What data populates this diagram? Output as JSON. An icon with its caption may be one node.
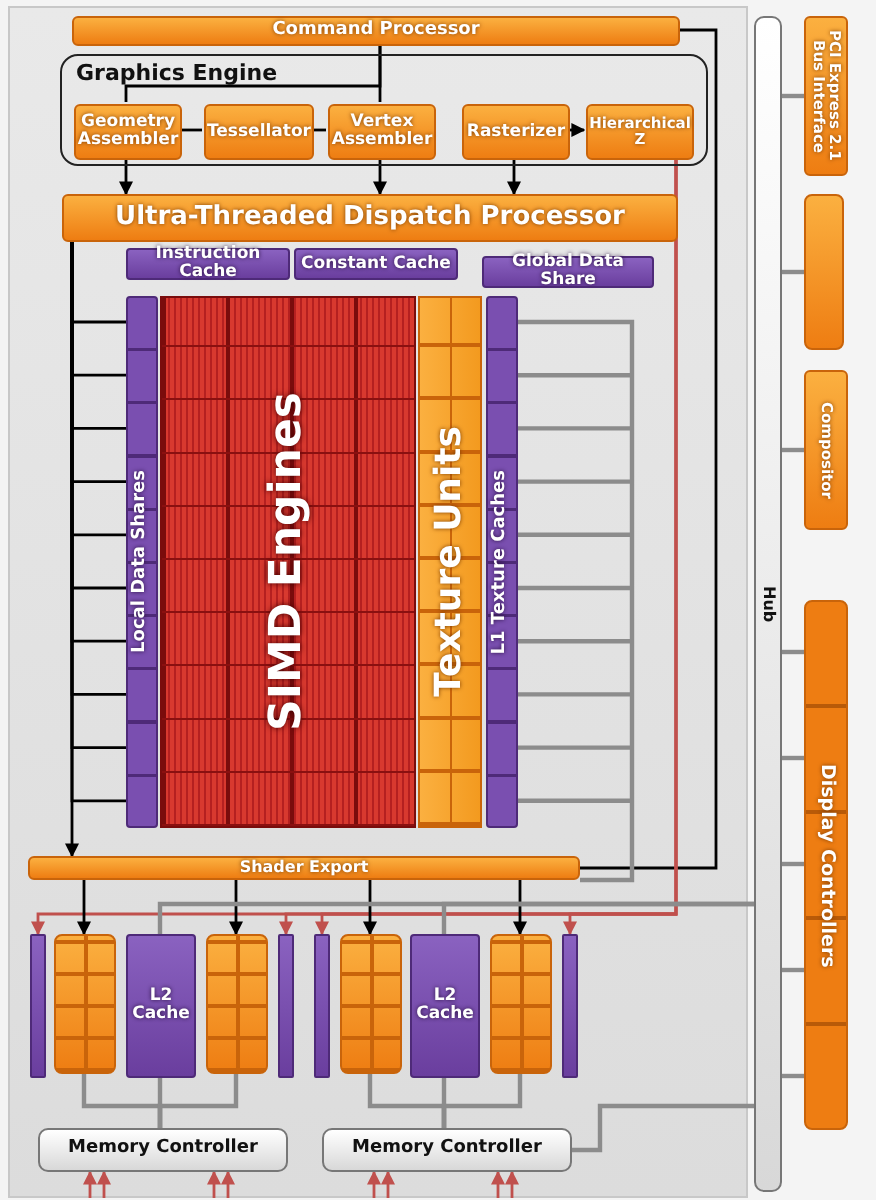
{
  "diagram": {
    "nodes": [
      {
        "text": [
          "Command Processor"
        ]
      },
      {
        "text": [
          "Graphics Engine"
        ]
      },
      {
        "text": [
          "Geometry Assembler"
        ],
        "in": 1
      },
      {
        "text": [
          "Tessellator"
        ],
        "in": 1
      },
      {
        "text": [
          "Vertex Assembler"
        ],
        "in": 1
      },
      {
        "text": [
          "Rasterizer"
        ],
        "in": 1
      },
      {
        "text": [
          "Hierarchical Z"
        ],
        "in": 1
      },
      {
        "text": [
          "Ultra-Threaded Dispatch Processor"
        ]
      },
      {
        "text": [
          "Instruction Cache"
        ]
      },
      {
        "text": [
          "Constant Cache"
        ]
      },
      {
        "text": [
          "Global Data Share"
        ]
      },
      {
        "text": [
          "Local Data Shares"
        ]
      },
      {
        "text": [
          "SIMD Engines"
        ]
      },
      {
        "text": [
          "Texture Units"
        ]
      },
      {
        "text": [
          "L1 Texture Caches"
        ]
      },
      {
        "text": [
          "Shader Export"
        ]
      },
      {
        "text": [],
        "shape": "box"
      },
      {
        "text": [
          "L2 Cache"
        ]
      },
      {
        "text": [],
        "shape": "box"
      },
      {
        "text": [],
        "shape": "box"
      },
      {
        "text": [
          "L2 Cache"
        ]
      },
      {
        "text": [],
        "shape": "box"
      },
      {
        "text": [
          "Memory Controller"
        ]
      },
      {
        "text": [
          "Memory Controller"
        ]
      },
      {
        "text": [
          "Hub"
        ]
      },
      {
        "text": [
          "PCI Express 2.1 Bus Interface"
        ]
      },
      {
        "text": [],
        "shape": "box"
      },
      {
        "text": [
          "Compositor"
        ]
      },
      {
        "text": [
          "Display Controllers"
        ]
      },
      {
        "text": [],
        "shape": "bar"
      },
      {
        "text": [],
        "shape": "bar"
      },
      {
        "text": [],
        "shape": "bar"
      },
      {
        "text": [],
        "shape": "bar"
      }
    ],
    "edges": [
      {
        "from": 0,
        "to": 2,
        "arrow": "none"
      },
      {
        "from": 0,
        "to": 4,
        "arrow": "none"
      },
      {
        "from": 0,
        "to": 15,
        "arrow": "none"
      },
      {
        "from": 2,
        "to": 3,
        "arrow": "none"
      },
      {
        "from": 3,
        "to": 4,
        "arrow": "none"
      },
      {
        "from": 5,
        "to": 6,
        "arrow": "to"
      },
      {
        "from": 2,
        "to": 7,
        "arrow": "to"
      },
      {
        "from": 4,
        "to": 7,
        "arrow": "to"
      },
      {
        "from": 5,
        "to": 7,
        "arrow": "to"
      },
      {
        "from": 7,
        "to": 15,
        "arrow": "to"
      },
      {
        "from": 6,
        "to": 29,
        "arrow": "to",
        "color": "#c0504d"
      },
      {
        "from": 6,
        "to": 30,
        "arrow": "to",
        "color": "#c0504d"
      },
      {
        "from": 6,
        "to": 31,
        "arrow": "to",
        "color": "#c0504d"
      },
      {
        "from": 6,
        "to": 32,
        "arrow": "to",
        "color": "#c0504d"
      },
      {
        "from": 15,
        "to": 16,
        "arrow": "to"
      },
      {
        "from": 15,
        "to": 18,
        "arrow": "to"
      },
      {
        "from": 15,
        "to": 19,
        "arrow": "to"
      },
      {
        "from": 15,
        "to": 21,
        "arrow": "to"
      },
      {
        "from": 17,
        "to": 24,
        "arrow": "none",
        "color": "#8c8c8c"
      },
      {
        "from": 20,
        "to": 24,
        "arrow": "none",
        "color": "#8c8c8c"
      },
      {
        "from": 16,
        "to": 22,
        "arrow": "none",
        "color": "#8c8c8c"
      },
      {
        "from": 17,
        "to": 22,
        "arrow": "none",
        "color": "#8c8c8c"
      },
      {
        "from": 18,
        "to": 22,
        "arrow": "none",
        "color": "#8c8c8c"
      },
      {
        "from": 19,
        "to": 23,
        "arrow": "none",
        "color": "#8c8c8c"
      },
      {
        "from": 20,
        "to": 23,
        "arrow": "none",
        "color": "#8c8c8c"
      },
      {
        "from": 21,
        "to": 23,
        "arrow": "none",
        "color": "#8c8c8c"
      },
      {
        "from": 23,
        "to": 24,
        "arrow": "none",
        "color": "#8c8c8c"
      },
      {
        "from": null,
        "to": 22,
        "arrow": "to",
        "color": "#c0504d"
      },
      {
        "from": null,
        "to": 22,
        "arrow": "to",
        "color": "#c0504d"
      },
      {
        "from": null,
        "to": 22,
        "arrow": "to",
        "color": "#c0504d"
      },
      {
        "from": null,
        "to": 22,
        "arrow": "to",
        "color": "#c0504d"
      },
      {
        "from": null,
        "to": 23,
        "arrow": "to",
        "color": "#c0504d"
      },
      {
        "from": null,
        "to": 23,
        "arrow": "to",
        "color": "#c0504d"
      },
      {
        "from": null,
        "to": 23,
        "arrow": "to",
        "color": "#c0504d"
      },
      {
        "from": null,
        "to": 23,
        "arrow": "to",
        "color": "#c0504d"
      },
      {
        "from": 24,
        "to": 25,
        "arrow": "none",
        "color": "#8c8c8c"
      },
      {
        "from": 24,
        "to": 26,
        "arrow": "none",
        "color": "#8c8c8c"
      },
      {
        "from": 24,
        "to": 27,
        "arrow": "none",
        "color": "#8c8c8c"
      },
      {
        "from": 24,
        "to": 28,
        "arrow": "none",
        "color": "#8c8c8c"
      },
      {
        "from": 24,
        "to": 28,
        "arrow": "none",
        "color": "#8c8c8c"
      },
      {
        "from": 24,
        "to": 28,
        "arrow": "none",
        "color": "#8c8c8c"
      },
      {
        "from": 24,
        "to": 28,
        "arrow": "none",
        "color": "#8c8c8c"
      },
      {
        "from": 24,
        "to": 28,
        "arrow": "none",
        "color": "#8c8c8c"
      },
      {
        "from": 14,
        "to": 15,
        "arrow": "none",
        "color": "#8c8c8c"
      },
      {
        "from": 7,
        "to": 11,
        "arrow": "none"
      },
      {
        "from": 7,
        "to": 11,
        "arrow": "none"
      },
      {
        "from": 7,
        "to": 11,
        "arrow": "none"
      },
      {
        "from": 7,
        "to": 11,
        "arrow": "none"
      },
      {
        "from": 7,
        "to": 11,
        "arrow": "none"
      },
      {
        "from": 7,
        "to": 11,
        "arrow": "none"
      },
      {
        "from": 7,
        "to": 11,
        "arrow": "none"
      },
      {
        "from": 7,
        "to": 11,
        "arrow": "none"
      },
      {
        "from": 7,
        "to": 11,
        "arrow": "none"
      },
      {
        "from": 7,
        "to": 11,
        "arrow": "none"
      }
    ]
  }
}
